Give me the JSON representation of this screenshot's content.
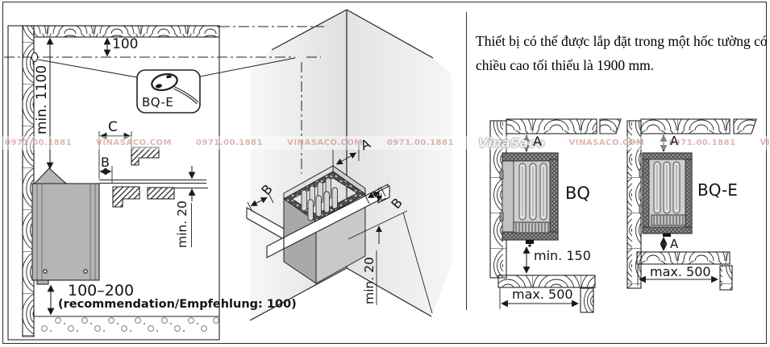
{
  "left_diagram": {
    "dim_100": "100",
    "dim_min_1100": "min. 1100",
    "callout_label": "BQ-E",
    "dim_c": "C",
    "dim_b": "B",
    "dim_min_20": "min. 20",
    "dim_100_200": "100–200",
    "recommendation": "(recommendation/Empfehlung: 100)"
  },
  "corner_view": {
    "dim_a": "A",
    "dim_b_left": "B",
    "dim_b_right": "B",
    "dim_min_20": "min. 20"
  },
  "right_panel": {
    "note": "Thiết bị có thể được lắp đặt trong một hốc tường có chiều cao tối thiểu là 1900 mm.",
    "bq": {
      "label": "BQ",
      "dim_a": "A",
      "dim_min_150": "min. 150",
      "dim_max_500": "max. 500"
    },
    "bqe": {
      "label": "BQ-E",
      "dim_a_top": "A",
      "dim_a_bottom": "A",
      "dim_max_500": "max. 500"
    }
  },
  "watermark": {
    "site": "VINASACO.COM",
    "phone": "0971.00.1881",
    "logo": "VinaSaco"
  },
  "colors": {
    "line": "#222222",
    "heater_gray": "#b5b5b5",
    "wall_light": "#efefef",
    "watermark_text": "#ce827c"
  }
}
